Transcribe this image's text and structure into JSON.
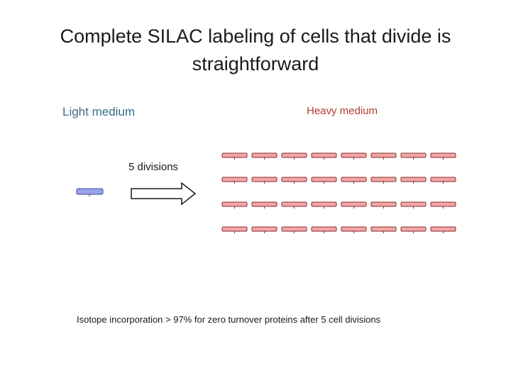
{
  "title_line1": "Complete SILAC labeling of cells that divide is",
  "title_line2": "straightforward",
  "light_medium": {
    "label": "Light medium",
    "color": "#3a6b8a"
  },
  "heavy_medium": {
    "label": "Heavy medium",
    "color": "#b23b2f"
  },
  "divisions_label": "5 divisions",
  "footnote": "Isotope incorporation > 97% for zero turnover proteins after 5 cell divisions",
  "colors": {
    "light_cell_fill": "#9aa3e8",
    "light_cell_stroke": "#3c4a9c",
    "heavy_cell_fill": "#f2a7a7",
    "heavy_cell_stroke": "#8a2b2b"
  },
  "heavy_cells": {
    "rows": 4,
    "columns": 8
  }
}
